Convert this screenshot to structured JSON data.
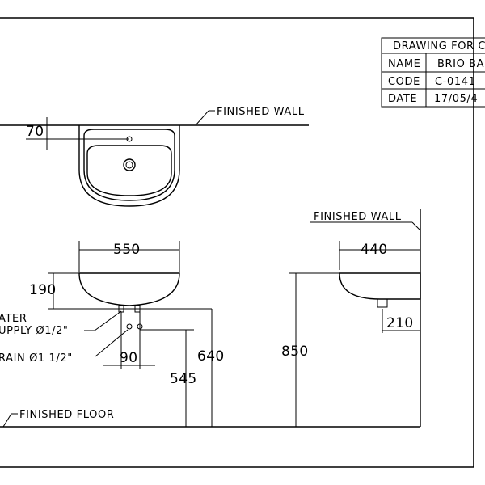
{
  "title_block": {
    "heading": "DRAWING FOR C",
    "rows": [
      {
        "label": "NAME",
        "value": "BRIO BA"
      },
      {
        "label": "CODE",
        "value": "C-0141"
      },
      {
        "label": "DATE",
        "value": "17/05/4"
      }
    ]
  },
  "labels": {
    "finished_wall_top": "FINISHED WALL",
    "finished_wall_side": "FINISHED WALL",
    "finished_floor": "FINISHED FLOOR",
    "water_supply_1": "ATER",
    "water_supply_2": "UPPLY Ø1/2\"",
    "drain": "RAIN Ø1 1/2\""
  },
  "dimensions": {
    "wall_offset": "70",
    "basin_width": "550",
    "basin_height": "190",
    "pipe_spacing": "90",
    "front_height": "640",
    "drain_height": "545",
    "side_height": "850",
    "basin_depth": "440",
    "drain_offset": "210"
  }
}
